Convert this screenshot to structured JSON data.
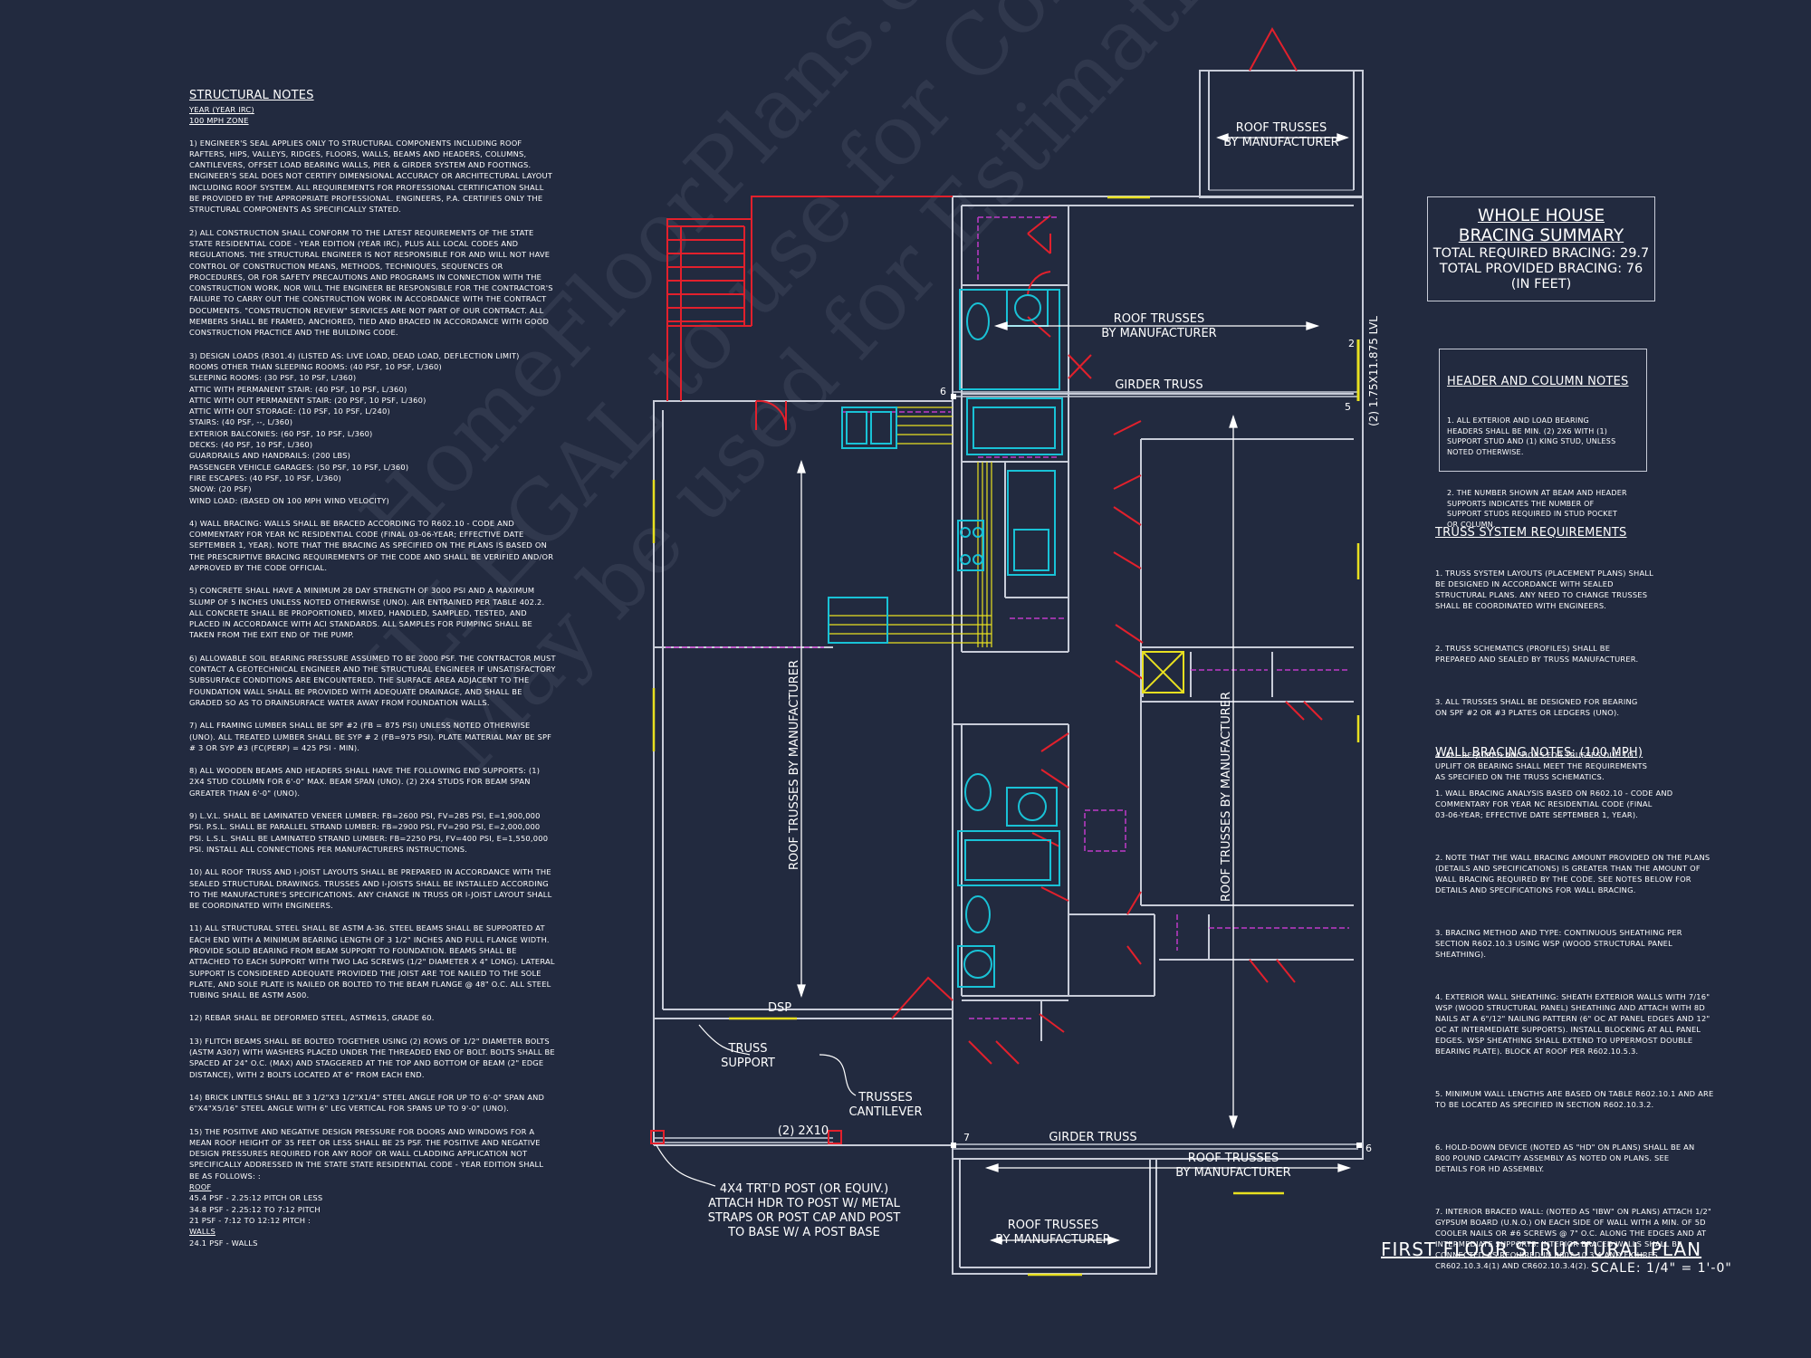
{
  "structural_notes": {
    "heading": "STRUCTURAL NOTES",
    "year_line": "YEAR (YEAR IRC)",
    "zone_line": "100 mph ZONE",
    "items": [
      "1) ENGINEER'S SEAL APPLIES ONLY TO STRUCTURAL COMPONENTS INCLUDING ROOF RAFTERS, HIPS, VALLEYS, RIDGES, FLOORS, WALLS, BEAMS AND HEADERS, COLUMNS, CANTILEVERS, OFFSET LOAD BEARING WALLS, PIER & GIRDER SYSTEM AND FOOTINGS. ENGINEER'S SEAL DOES NOT CERTIFY DIMENSIONAL ACCURACY OR ARCHITECTURAL LAYOUT INCLUDING ROOF SYSTEM. ALL REQUIREMENTS FOR PROFESSIONAL CERTIFICATION SHALL BE PROVIDED BY THE APPROPRIATE PROFESSIONAL. ENGINEERS, P.A. CERTIFIES ONLY THE STRUCTURAL COMPONENTS AS SPECIFICALLY STATED.",
      "2) ALL CONSTRUCTION SHALL CONFORM TO THE LATEST REQUIREMENTS OF THE STATE STATE RESIDENTIAL CODE - YEAR EDITION (YEAR IRC), PLUS ALL LOCAL CODES AND REGULATIONS. THE STRUCTURAL ENGINEER IS NOT RESPONSIBLE FOR AND WILL NOT HAVE CONTROL OF CONSTRUCTION MEANS, METHODS, TECHNIQUES, SEQUENCES OR PROCEDURES, OR FOR SAFETY PRECAUTIONS AND PROGRAMS IN CONNECTION WITH THE CONSTRUCTION WORK, NOR WILL THE ENGINEER BE RESPONSIBLE FOR THE CONTRACTOR'S FAILURE TO CARRY OUT THE CONSTRUCTION WORK IN ACCORDANCE WITH THE CONTRACT DOCUMENTS. \"CONSTRUCTION REVIEW\" SERVICES ARE NOT PART OF OUR CONTRACT. ALL MEMBERS SHALL BE FRAMED, ANCHORED, TIED AND BRACED IN ACCORDANCE WITH GOOD CONSTRUCTION PRACTICE AND THE BUILDING CODE.",
      "3) DESIGN LOADS (R301.4) (LISTED AS: LIVE LOAD, DEAD LOAD, DEFLECTION LIMIT)\nROOMS OTHER THAN SLEEPING ROOMS: (40 PSF, 10 PSF, L/360)\nSLEEPING ROOMS: (30 PSF, 10 PSF, L/360)\nATTIC WITH PERMANENT STAIR: (40 PSF, 10 PSF, L/360)\nATTIC WITH OUT PERMANENT STAIR: (20 PSF, 10 PSF, L/360)\nATTIC WITH OUT STORAGE: (10 PSF, 10 PSF, L/240)\nSTAIRS: (40 PSF, --, L/360)\nEXTERIOR BALCONIES: (60 PSF, 10 PSF, L/360)\nDECKS: (40 PSF, 10 PSF, L/360)\nGUARDRAILS AND HANDRAILS: (200 LBS)\nPASSENGER VEHICLE GARAGES: (50 PSF, 10 PSF, L/360)\nFIRE ESCAPES: (40 PSF, 10 PSF, L/360)\nSNOW: (20 PSF)\nWIND LOAD: (BASED ON 100 MPH WIND VELOCITY)",
      "4) WALL BRACING: WALLS SHALL BE BRACED ACCORDING TO R602.10 - CODE AND COMMENTARY FOR YEAR NC RESIDENTIAL CODE (FINAL 03-06-YEAR; EFFECTIVE DATE SEPTEMBER 1, YEAR). NOTE THAT THE BRACING AS SPECIFIED ON THE PLANS IS BASED ON THE PRESCRIPTIVE BRACING REQUIREMENTS OF THE CODE AND SHALL BE VERIFIED AND/OR APPROVED BY THE CODE OFFICIAL.",
      "5) CONCRETE SHALL HAVE A MINIMUM 28 DAY STRENGTH OF 3000 PSI AND A MAXIMUM SLUMP OF 5 INCHES UNLESS NOTED OTHERWISE (UNO). AIR ENTRAINED PER TABLE 402.2. ALL CONCRETE SHALL BE PROPORTIONED, MIXED, HANDLED, SAMPLED, TESTED, AND PLACED IN ACCORDANCE WITH ACI STANDARDS. ALL SAMPLES FOR PUMPING SHALL BE TAKEN FROM THE EXIT END OF THE PUMP.",
      "6) ALLOWABLE SOIL BEARING PRESSURE ASSUMED TO BE 2000 PSF. THE CONTRACTOR MUST CONTACT A GEOTECHNICAL ENGINEER AND THE STRUCTURAL ENGINEER IF UNSATISFACTORY SUBSURFACE CONDITIONS ARE ENCOUNTERED. THE SURFACE AREA ADJACENT TO THE FOUNDATION WALL SHALL BE PROVIDED WITH ADEQUATE DRAINAGE, AND SHALL BE GRADED SO AS TO DRAINSURFACE WATER AWAY FROM FOUNDATION WALLS.",
      "7) ALL FRAMING LUMBER SHALL BE SPF #2 (Fb = 875 PSI) UNLESS NOTED OTHERWISE (UNO). ALL TREATED LUMBER SHALL BE SYP # 2 (Fb=975 PSI). PLATE MATERIAL MAY BE SPF # 3 OR SYP #3 (Fc(perp) = 425 PSI - MIN).",
      "8) ALL WOODEN BEAMS AND HEADERS SHALL HAVE THE FOLLOWING END SUPPORTS: (1) 2x4 STUD COLUMN FOR 6'-0\" MAX. BEAM SPAN (UNO). (2) 2X4 STUDS FOR BEAM SPAN GREATER THAN 6'-0\" (UNO).",
      "9) L.V.L. SHALL BE LAMINATED VENEER LUMBER: Fb=2600 PSI, Fv=285 PSI, E=1,900,000 PSI. P.S.L. SHALL BE PARALLEL STRAND LUMBER: Fb=2900 PSI, Fv=290 PSI, E=2,000,000 PSI. L.S.L. SHALL BE LAMINATED STRAND LUMBER: Fb=2250 PSI, Fv=400 PSI, E=1,550,000 PSI. INSTALL ALL CONNECTIONS PER MANUFACTURERS INSTRUCTIONS.",
      "10) ALL ROOF TRUSS AND I-JOIST LAYOUTS SHALL BE PREPARED IN ACCORDANCE WITH THE SEALED STRUCTURAL DRAWINGS. TRUSSES AND I-JOISTS SHALL BE INSTALLED ACCORDING TO THE MANUFACTURE'S SPECIFICATIONS. ANY CHANGE IN TRUSS OR I-JOIST LAYOUT SHALL BE COORDINATED WITH ENGINEERS.",
      "11) ALL STRUCTURAL STEEL SHALL BE ASTM A-36. STEEL BEAMS SHALL BE SUPPORTED AT EACH END WITH A MINIMUM BEARING LENGTH OF 3 1/2\" INCHES AND FULL FLANGE WIDTH. PROVIDE SOLID BEARING FROM BEAM SUPPORT TO FOUNDATION. BEAMS SHALL BE ATTACHED TO EACH SUPPORT WITH TWO LAG SCREWS (1/2\" DIAMETER x 4\" LONG). LATERAL SUPPORT IS CONSIDERED ADEQUATE PROVIDED THE JOIST ARE TOE NAILED TO THE SOLE PLATE, AND SOLE PLATE IS NAILED OR BOLTED TO THE BEAM FLANGE @ 48\" O.C. ALL STEEL TUBING SHALL BE ASTM A500.",
      "12) REBAR SHALL BE DEFORMED STEEL, ASTM615, GRADE 60.",
      "13) FLITCH BEAMS SHALL BE BOLTED TOGETHER USING (2) ROWS OF 1/2\" DIAMETER BOLTS (ASTM A307) WITH WASHERS PLACED UNDER THE THREADED END OF BOLT. BOLTS SHALL BE SPACED AT 24\" O.C. (MAX) AND STAGGERED AT THE TOP AND BOTTOM OF BEAM (2\" EDGE DISTANCE), WITH 2 BOLTS LOCATED AT 6\" FROM EACH END.",
      "14) BRICK LINTELS SHALL BE 3 1/2\"x3 1/2\"x1/4\" STEEL ANGLE FOR UP TO 6'-0\" SPAN AND 6\"x4\"x5/16\" STEEL ANGLE WITH 6\" LEG VERTICAL FOR SPANS UP TO 9'-0\" (UNO).",
      "15) THE POSITIVE AND NEGATIVE DESIGN PRESSURE FOR DOORS AND WINDOWS FOR A MEAN ROOF HEIGHT OF 35 FEET OR LESS SHALL BE 25 PSF. THE POSITIVE AND NEGATIVE DESIGN PRESSURES REQUIRED FOR ANY ROOF OR WALL CLADDING APPLICATION NOT SPECIFICALLY ADDRESSED IN THE STATE STATE RESIDENTIAL CODE - YEAR EDITION SHALL BE AS FOLLOWS: :"
    ],
    "tail": [
      "ROOF",
      "45.4 PSF - 2.25:12 PITCH OR LESS",
      "34.8 PSF - 2.25:12 TO 7:12 PITCH",
      "21 PSF - 7:12 TO 12:12 PITCH :",
      "WALLS",
      "24.1 PSF - WALLS"
    ]
  },
  "bracing_summary": {
    "title_1": "WHOLE HOUSE",
    "title_2": "BRACING SUMMARY",
    "required": "TOTAL REQUIRED BRACING: 29.7",
    "provided": "TOTAL PROVIDED BRACING: 76",
    "units": "(IN FEET)"
  },
  "header_column_notes": {
    "heading": "HEADER AND COLUMN NOTES",
    "items": [
      "1. ALL EXTERIOR AND LOAD BEARING\nHEADERS SHALL BE MIN. (2) 2x6 WITH (1)\nSUPPORT STUD AND (1) KING STUD, UNLESS\nNOTED OTHERWISE.",
      "2. THE NUMBER SHOWN AT BEAM AND HEADER\nSUPPORTS INDICATES THE NUMBER OF\nSUPPORT STUDS REQUIRED IN STUD POCKET\nOR COLUMN."
    ]
  },
  "truss_requirements": {
    "heading": "TRUSS SYSTEM REQUIREMENTS",
    "items": [
      "1. TRUSS SYSTEM LAYOUTS (PLACEMENT PLANS) SHALL\nBE DESIGNED IN ACCORDANCE WITH SEALED\nSTRUCTURAL PLANS. ANY NEED TO CHANGE TRUSSES\nSHALL BE COORDINATED WITH ENGINEERS.",
      "2. TRUSS SCHEMATICS (PROFILES) SHALL BE\nPREPARED AND SEALED BY TRUSS MANUFACTURER.",
      "3. ALL TRUSSES SHALL BE DESIGNED FOR BEARING\nON SPF #2 OR #3 PLATES OR LEDGERS (UNO).",
      "4. ALL REQUIRED ANCHORS FOR TRUSSES DUE TO\nUPLIFT OR BEARING SHALL MEET THE REQUIREMENTS\nAS SPECIFIED ON THE TRUSS SCHEMATICS."
    ]
  },
  "wall_bracing_notes": {
    "heading": "WALL BRACING NOTES: (100 MPH)",
    "items": [
      "1. WALL BRACING ANALYSIS BASED ON R602.10 - CODE AND\nCOMMENTARY FOR YEAR NC RESIDENTIAL CODE (FINAL\n03-06-YEAR; EFFECTIVE DATE SEPTEMBER 1, YEAR).",
      "2. NOTE THAT THE WALL BRACING AMOUNT PROVIDED ON THE PLANS\n(DETAILS AND SPECIFICATIONS) IS GREATER THAN THE AMOUNT OF\nWALL BRACING REQUIRED BY THE CODE. SEE NOTES BELOW FOR\nDETAILS AND SPECIFICATIONS FOR WALL BRACING.",
      "3. BRACING METHOD AND TYPE: CONTINUOUS SHEATHING PER\nSECTION R602.10.3 USING WSP (WOOD STRUCTURAL PANEL\nSHEATHING).",
      "4. EXTERIOR WALL SHEATHING: SHEATH EXTERIOR WALLS WITH 7/16\"\nWSP (WOOD STRUCTURAL PANEL) SHEATHING AND ATTACH WITH 8d\nNAILS AT A 6\"/12\" NAILING PATTERN (6\" OC AT PANEL EDGES AND 12\"\nOC AT INTERMEDIATE SUPPORTS). INSTALL BLOCKING AT ALL PANEL\nEDGES. WSP SHEATHING SHALL EXTEND TO UPPERMOST DOUBLE\nBEARING PLATE). BLOCK AT ROOF PER R602.10.5.3.",
      "5. MINIMUM WALL LENGTHS ARE BASED ON TABLE R602.10.1 AND ARE\nTO BE LOCATED AS SPECIFIED IN SECTION R602.10.3.2.",
      "6. HOLD-DOWN DEVICE (NOTED AS \"HD\" ON PLANS) SHALL BE AN\n800 POUND CAPACITY ASSEMBLY AS NOTED ON PLANS. SEE\nDETAILS FOR HD ASSEMBLY.",
      "7. INTERIOR BRACED WALL: (NOTED AS \"IBW\" ON PLANS) ATTACH 1/2\"\nGYPSUM BOARD (U.N.O.) ON EACH SIDE OF WALL WITH A MIN. OF 5d\nCOOLER NAILS OR #6 SCREWS @ 7\" O.C. ALONG THE EDGES AND AT\nINTERMEDIATE SUPPORTS. INTERIOR BRACED WALLS SHALL BE\nCONNECTED AS REQUIRED IN R602.10.3.4 AND FIGURES\nCR602.10.3.4(1) AND CR602.10.3.4(2)."
    ]
  },
  "plan_labels": {
    "roof_trusses_top_1": "ROOF TRUSSES",
    "roof_trusses_top_2": "BY MANUFACTURER",
    "roof_trusses_mid_1": "ROOF TRUSSES",
    "roof_trusses_mid_2": "BY MANUFACTURER",
    "girder_truss_top": "GIRDER TRUSS",
    "lvl_beam": "(2) 1.75x11.875 LVL",
    "roof_trusses_left": "ROOF TRUSSES BY MANUFACTURER",
    "roof_trusses_right": "ROOF TRUSSES BY MANUFACTURER",
    "dsp": "DSP",
    "truss_support_1": "TRUSS",
    "truss_support_2": "SUPPORT",
    "trusses_cantilever_1": "TRUSSES",
    "trusses_cantilever_2": "CANTILEVER",
    "header_2x10": "(2) 2x10",
    "girder_truss_bottom": "GIRDER TRUSS",
    "roof_trusses_bot_1": "ROOF TRUSSES",
    "roof_trusses_bot_2": "BY MANUFACTURER",
    "roof_trusses_porch_1": "ROOF TRUSSES",
    "roof_trusses_porch_2": "BY MANUFACTURER",
    "post_note_1": "4x4 TRT'D POST (OR EQUIV.)",
    "post_note_2": "ATTACH HDR TO POST W/ METAL",
    "post_note_3": "STRAPS OR POST CAP AND POST",
    "post_note_4": "TO BASE W/ A POST BASE",
    "stud_2": "2",
    "stud_5": "5",
    "stud_6a": "6",
    "stud_6b": "6",
    "stud_7": "7"
  },
  "plan_title": "FIRST FLOOR STRUCTURAL PLAN",
  "plan_scale": "SCALE: 1/4\" = 1'-0\"",
  "watermark": {
    "line1": "ILLEGAL to use for Construction",
    "line2": "May be used for Estimation",
    "line3": "HomeFloorPlans.com"
  },
  "colors": {
    "background": "#222a3f",
    "wall": "#c8ccd8",
    "door": "#e2202c",
    "fixture": "#19c2d6",
    "header": "#c03ac8",
    "window": "#e8e020"
  }
}
